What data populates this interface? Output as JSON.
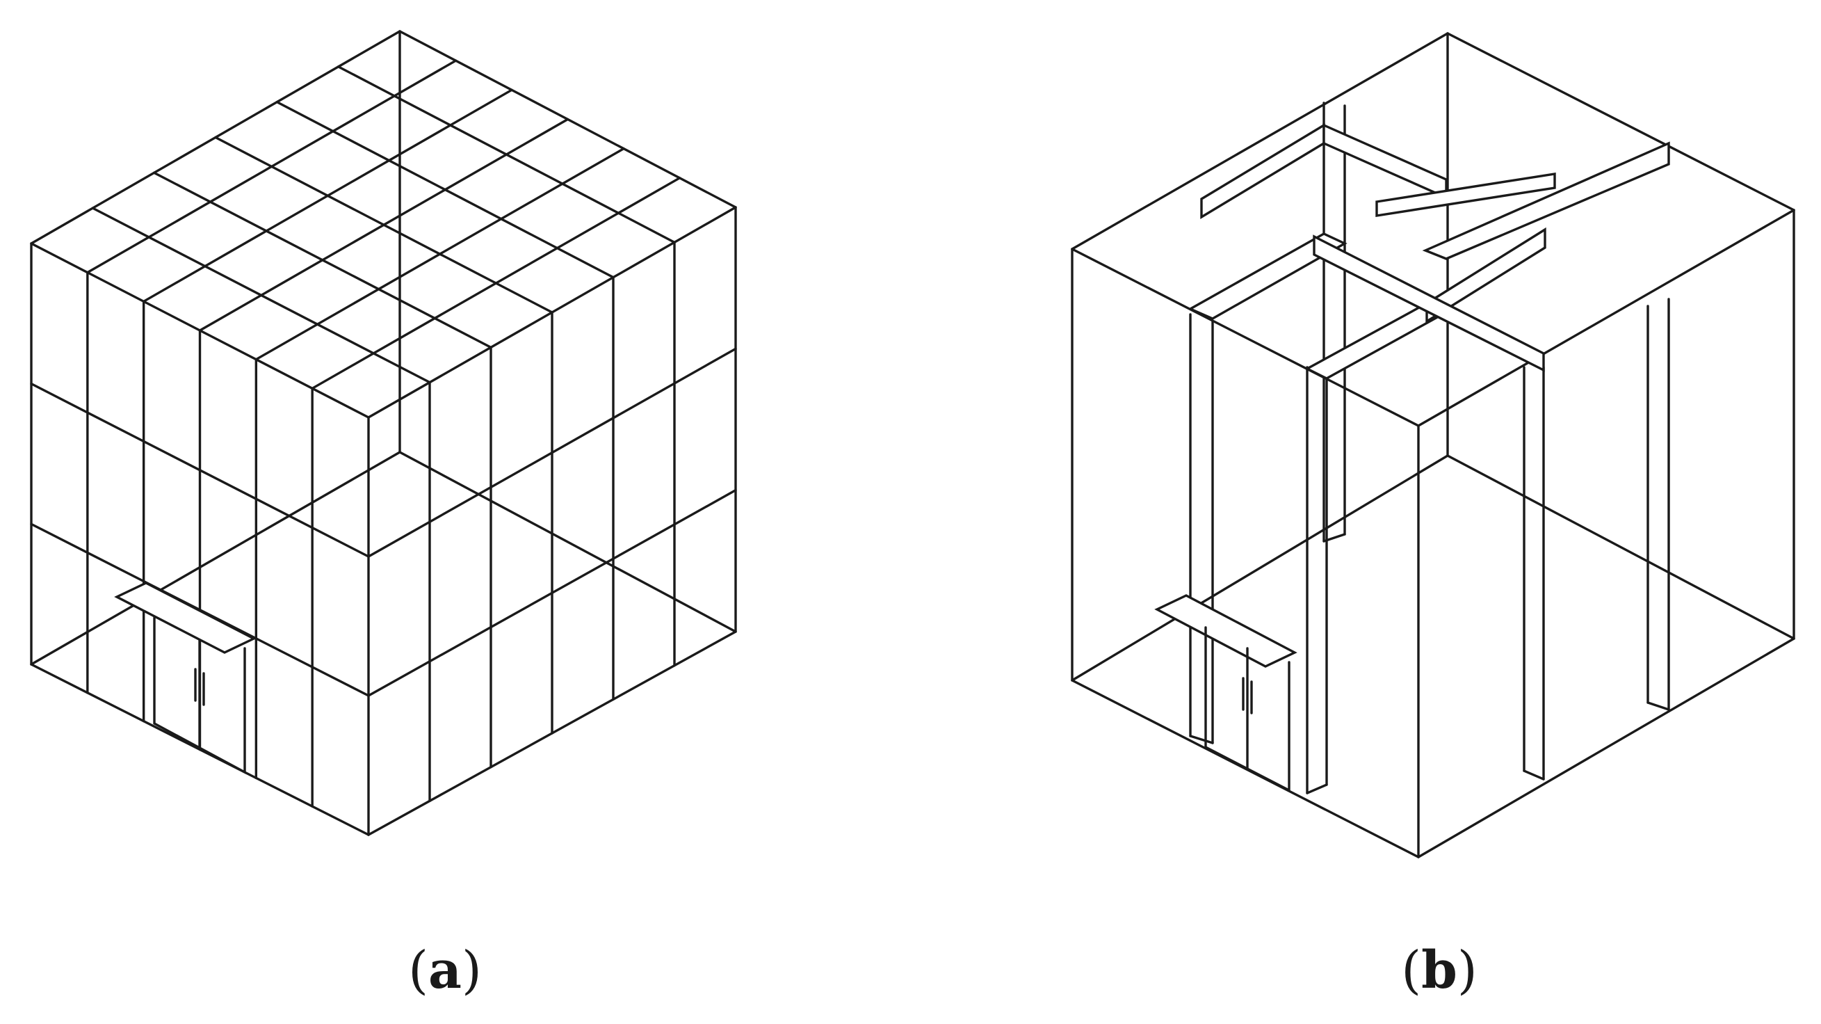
{
  "panels": [
    {
      "id": "a",
      "caption_letter": "a"
    },
    {
      "id": "b",
      "caption_letter": "b"
    }
  ],
  "colors": {
    "line": "#1a1a1a",
    "background": "#ffffff"
  }
}
